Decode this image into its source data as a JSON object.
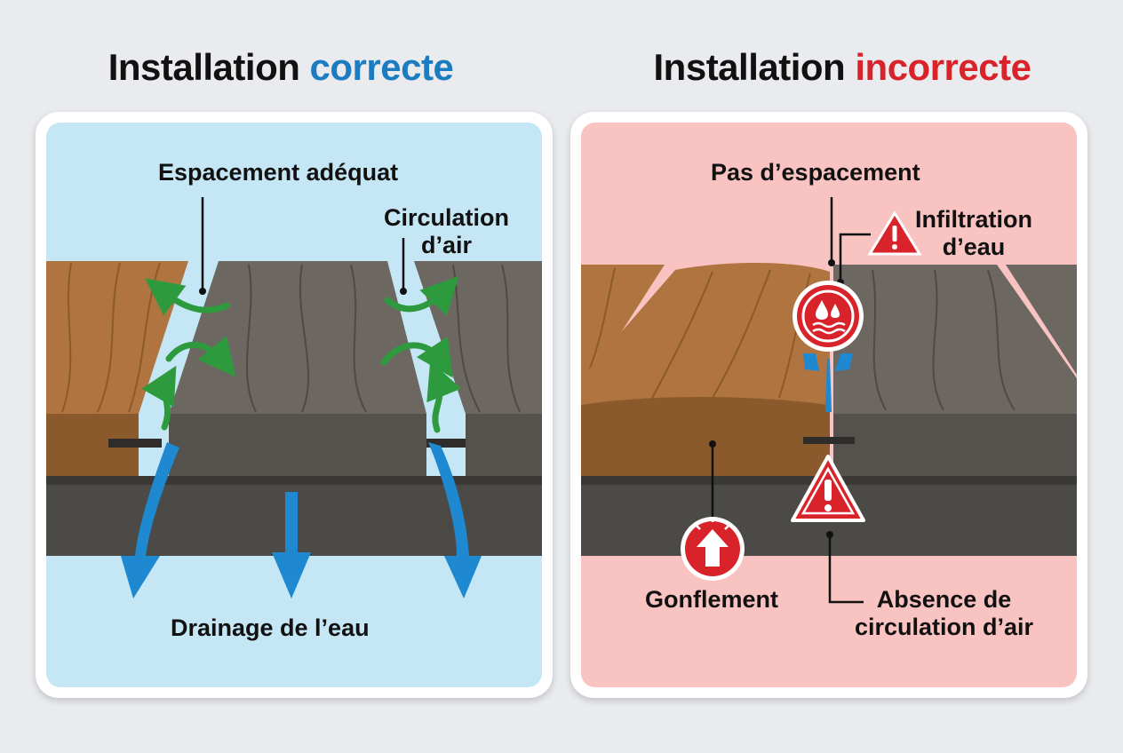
{
  "left": {
    "title_prefix": "Installation ",
    "title_accent": "correcte",
    "label_spacing": "Espacement adéquat",
    "label_air_line1": "Circulation",
    "label_air_line2": "d’air",
    "label_drainage": "Drainage de l’eau"
  },
  "right": {
    "title_prefix": "Installation ",
    "title_accent": "incorrecte",
    "label_no_spacing": "Pas d’espacement",
    "label_infiltration_line1": "Infiltration",
    "label_infiltration_line2": "d’eau",
    "label_swelling": "Gonflement",
    "label_no_air_line1": "Absence de",
    "label_no_air_line2": "circulation d’air"
  },
  "colors": {
    "correct_accent": "#1c7cc0",
    "incorrect_accent": "#d8232a",
    "correct_bg": "#c5e6f5",
    "incorrect_bg": "#f8c3c1",
    "air_arrow": "#2e9a3e",
    "water_arrow": "#1e88d0"
  }
}
